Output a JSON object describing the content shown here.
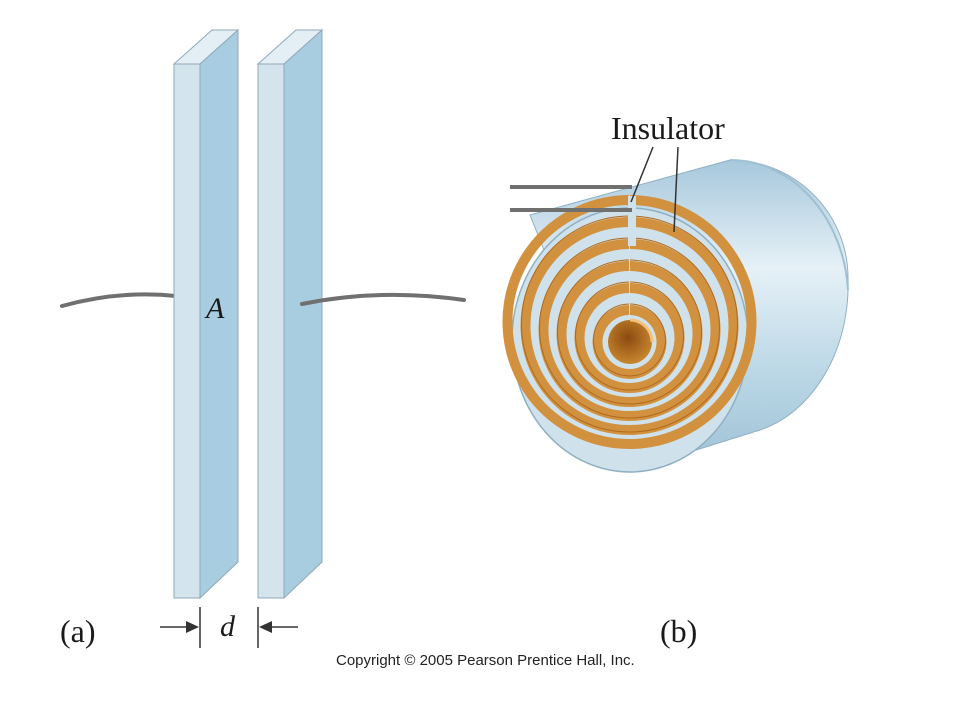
{
  "figure": {
    "panel_a_label": "(a)",
    "panel_b_label": "(b)",
    "plate_area_label": "A",
    "separation_label": "d",
    "insulator_label": "Insulator",
    "copyright": "Copyright © 2005 Pearson Prentice Hall, Inc."
  },
  "colors": {
    "plate_front": "#a9cde0",
    "plate_side": "#d3e4ec",
    "plate_top": "#e4eff5",
    "wire": "#707070",
    "copper": "#d2913f",
    "copper_dark": "#b06a1d",
    "cylinder_face": "#cfe2ec",
    "cylinder_body": "#bcd8e6",
    "background": "#ffffff"
  }
}
